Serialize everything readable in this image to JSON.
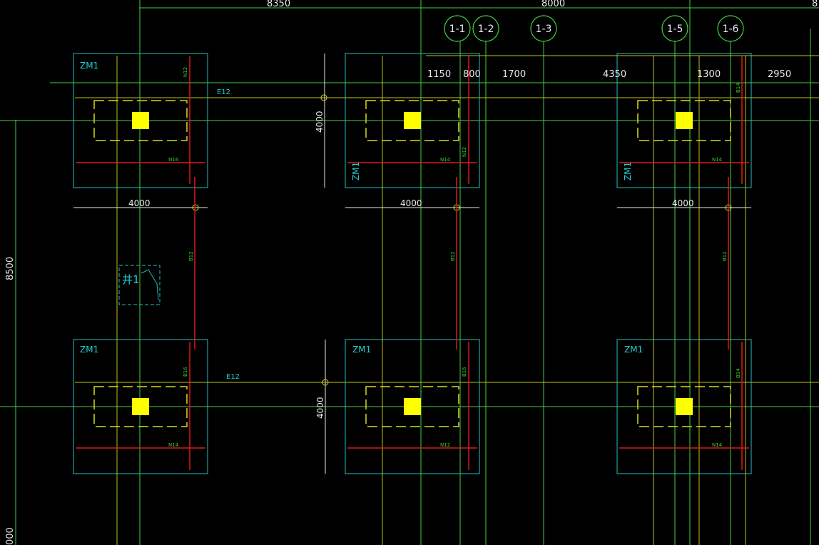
{
  "colors": {
    "background": "#000000",
    "grid_line": "#3fd13f",
    "axis_line": "#bfbf22",
    "footing_outline": "#1fbfbf",
    "column_fill": "#ffff00",
    "rebar": "#e01818",
    "rebar_text": "#2fd12f",
    "dim_text": "#e8e8e8",
    "dashed_yellow": "#d8d820",
    "label_text": "#1fcfcf",
    "pit_outline": "#1fbfbf"
  },
  "top_dimensions": {
    "left_span": "8350",
    "right_span": "8000",
    "far_right_partial": "8"
  },
  "left_dimensions": {
    "vertical_span": "8500",
    "bottom_partial": "000"
  },
  "axis_bubbles": [
    "1-1",
    "1-2",
    "1-3",
    "1-5",
    "1-6"
  ],
  "second_row_dims": [
    "1150",
    "800",
    "1700",
    "4350",
    "1300",
    "2950"
  ],
  "beam_labels": {
    "upper": "E12",
    "lower": "E12"
  },
  "pit_label": "井1",
  "footings": [
    {
      "label": "ZM1",
      "width_dim": "4000",
      "rebar_x": "N16",
      "rebar_y": "N12",
      "beam_rebar": "B12"
    },
    {
      "label": "ZM1",
      "width_dim": "4000",
      "height_dim": "4000",
      "rebar_x": "N14",
      "rebar_y": "N12",
      "beam_rebar": "B12"
    },
    {
      "label": "ZM1",
      "width_dim": "4000",
      "rebar_x": "N14",
      "rebar_y": "B14",
      "beam_rebar": "B12"
    },
    {
      "label": "ZM1",
      "rebar_x": "N14",
      "rebar_y": "B16"
    },
    {
      "label": "ZM1",
      "height_dim": "4000",
      "rebar_x": "N12",
      "rebar_y": "B16"
    },
    {
      "label": "ZM1",
      "rebar_x": "N14",
      "rebar_y": "B14"
    }
  ]
}
